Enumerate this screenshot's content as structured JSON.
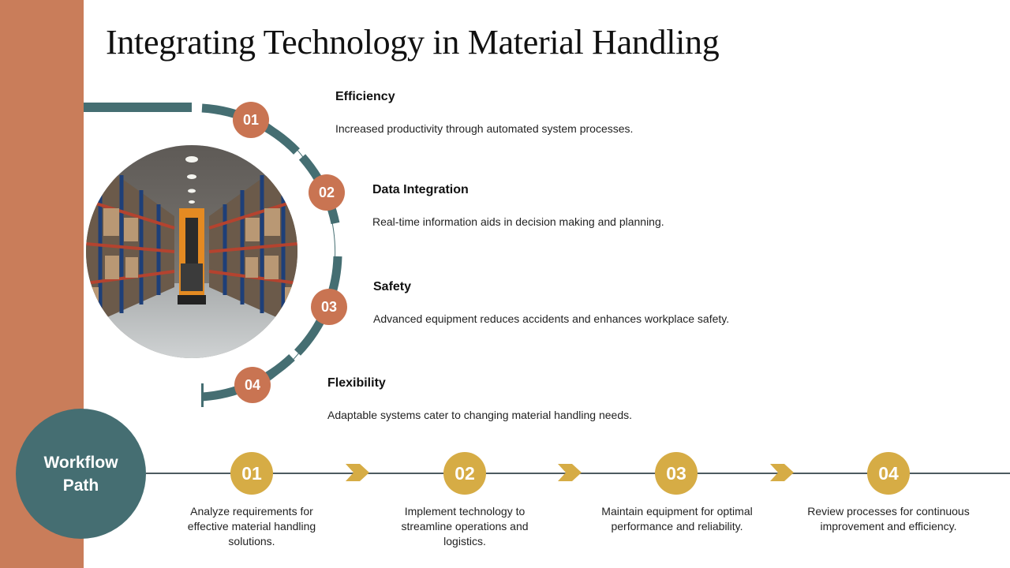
{
  "title": "Integrating Technology in Material Handling",
  "colors": {
    "sidebar": "#C97D5A",
    "accent_orange": "#C97452",
    "teal": "#456E72",
    "gold": "#D6AC45"
  },
  "image": {
    "description": "Warehouse aisle with tall blue and orange pallet racks and an orange forklift",
    "icon": "warehouse-photo"
  },
  "features": [
    {
      "number": "01",
      "title": "Efficiency",
      "description": "Increased productivity through automated system processes."
    },
    {
      "number": "02",
      "title": "Data Integration",
      "description": "Real-time information aids in decision making and planning."
    },
    {
      "number": "03",
      "title": "Safety",
      "description": "Advanced equipment reduces accidents and enhances workplace safety."
    },
    {
      "number": "04",
      "title": "Flexibility",
      "description": "Adaptable systems cater to changing material handling needs."
    }
  ],
  "workflow": {
    "label_line1": "Workflow",
    "label_line2": "Path",
    "steps": [
      {
        "number": "01",
        "description": "Analyze requirements for effective material handling solutions."
      },
      {
        "number": "02",
        "description": "Implement technology to streamline operations and logistics."
      },
      {
        "number": "03",
        "description": "Maintain equipment for optimal performance and reliability."
      },
      {
        "number": "04",
        "description": "Review processes for continuous improvement and efficiency."
      }
    ],
    "connector_icon": "chevron-right-icon"
  }
}
